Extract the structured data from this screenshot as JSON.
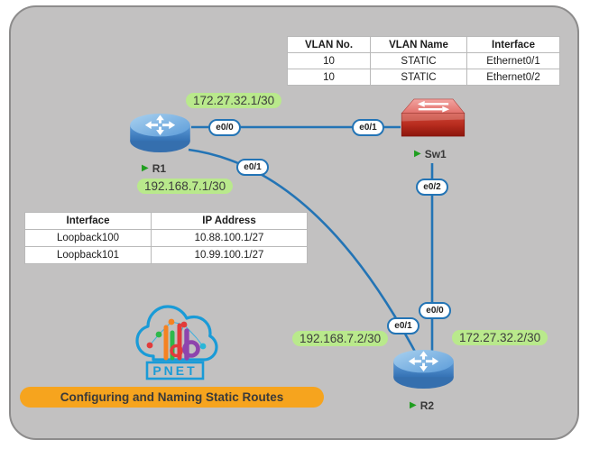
{
  "vlan_table": {
    "headers": [
      "VLAN No.",
      "VLAN Name",
      "Interface"
    ],
    "rows": [
      [
        "10",
        "STATIC",
        "Ethernet0/1"
      ],
      [
        "10",
        "STATIC",
        "Ethernet0/2"
      ]
    ]
  },
  "interface_table": {
    "headers": [
      "Interface",
      "IP Address"
    ],
    "rows": [
      [
        "Loopback100",
        "10.88.100.1/27"
      ],
      [
        "Loopback101",
        "10.99.100.1/27"
      ]
    ]
  },
  "devices": {
    "r1": "R1",
    "sw1": "Sw1",
    "r2": "R2"
  },
  "ports": {
    "r1_e00": "e0/0",
    "r1_e01": "e0/1",
    "sw1_e01": "e0/1",
    "sw1_e02": "e0/2",
    "r2_e00": "e0/0",
    "r2_e01": "e0/1"
  },
  "ip_labels": {
    "net_172_r1": "172.27.32.1/30",
    "net_192_r1": "192.168.7.1/30",
    "net_192_r2": "192.168.7.2/30",
    "net_172_r2": "172.27.32.2/30"
  },
  "icons": {
    "running_indicator": "▶"
  },
  "logo": {
    "lab_l": "l",
    "lab_a": "a",
    "lab_b": "b",
    "text": "PNET"
  },
  "banner": {
    "text": "Configuring and Naming Static Routes"
  },
  "colors": {
    "canvas_bg": "#c2c1c1",
    "link_blue": "#2374b5",
    "label_green": "#b9e98c",
    "banner_orange": "#f6a41e",
    "router_blue": "#4d8fd1",
    "switch_red": "#c0392b",
    "logo_blue": "#1a9bd7",
    "running_green": "#1f9e1f"
  }
}
